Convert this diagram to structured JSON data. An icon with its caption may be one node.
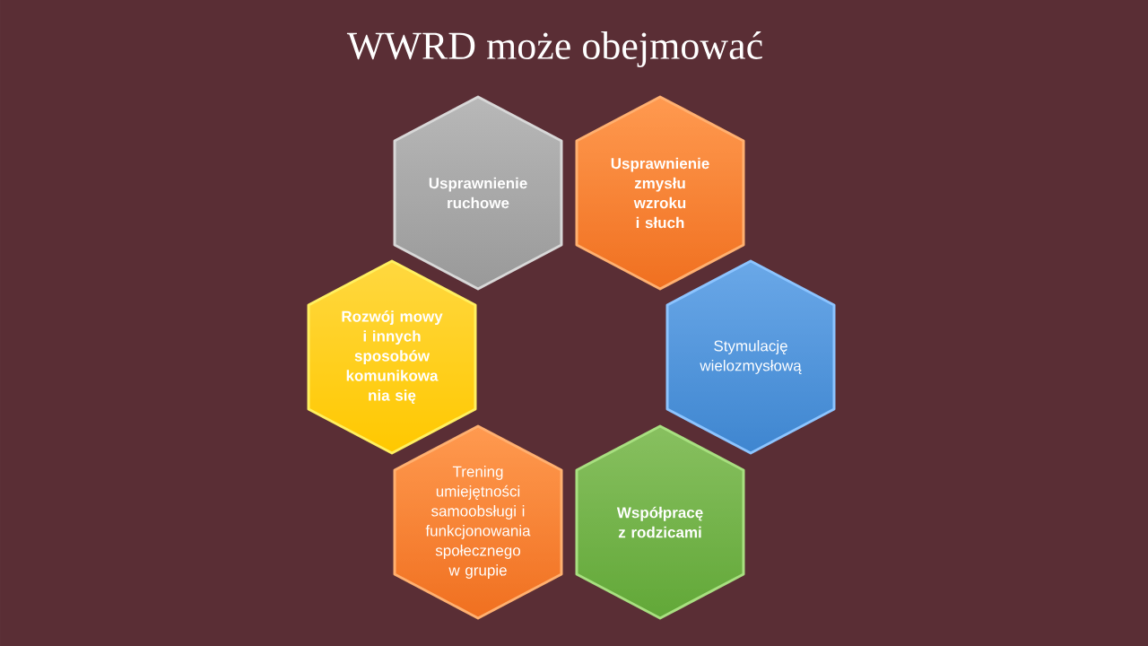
{
  "diagram": {
    "title": "WWRD  może obejmować",
    "nodes": [
      {
        "text": [
          "Usprawnienie ruchowe"
        ]
      },
      {
        "text": [
          "Usprawnienie zmysłu wzroku i słuch"
        ]
      },
      {
        "text": [
          "Stymulację wielozmysłową"
        ]
      },
      {
        "text": [
          "Współpracę z rodzicami"
        ]
      },
      {
        "text": [
          "Trening umiejętności samoobsługi i funkcjonowania społecznego w grupie"
        ]
      },
      {
        "text": [
          "Rozwój mowy i innych sposobów komunikowa nia się"
        ]
      }
    ]
  }
}
